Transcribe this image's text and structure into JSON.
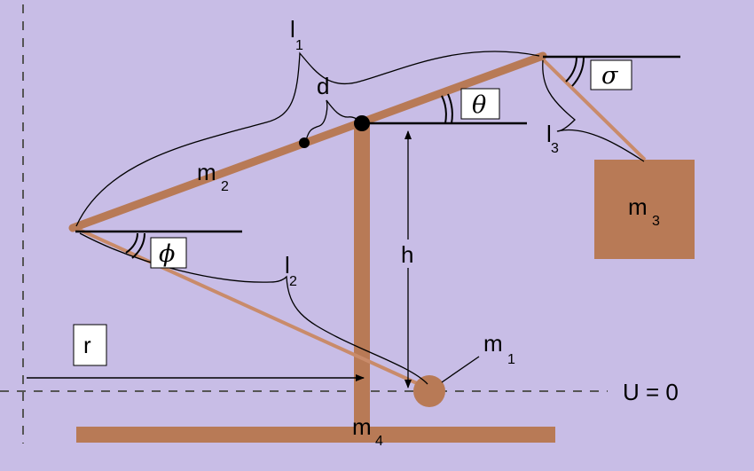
{
  "labels": {
    "l1": "l",
    "l1_sub": "1",
    "d": "d",
    "theta": "θ",
    "sigma": "σ",
    "l3": "l",
    "l3_sub": "3",
    "m2": "m",
    "m2_sub": "2",
    "m3": "m",
    "m3_sub": "3",
    "phi": "ϕ",
    "h": "h",
    "l2": "l",
    "l2_sub": "2",
    "r": "r",
    "m1": "m",
    "m1_sub": "1",
    "m4": "m",
    "m4_sub": "4",
    "U": "U = 0"
  },
  "colors": {
    "background": "#c8bde6",
    "body": "#b87a56",
    "line": "#000000",
    "box": "#ffffff"
  }
}
